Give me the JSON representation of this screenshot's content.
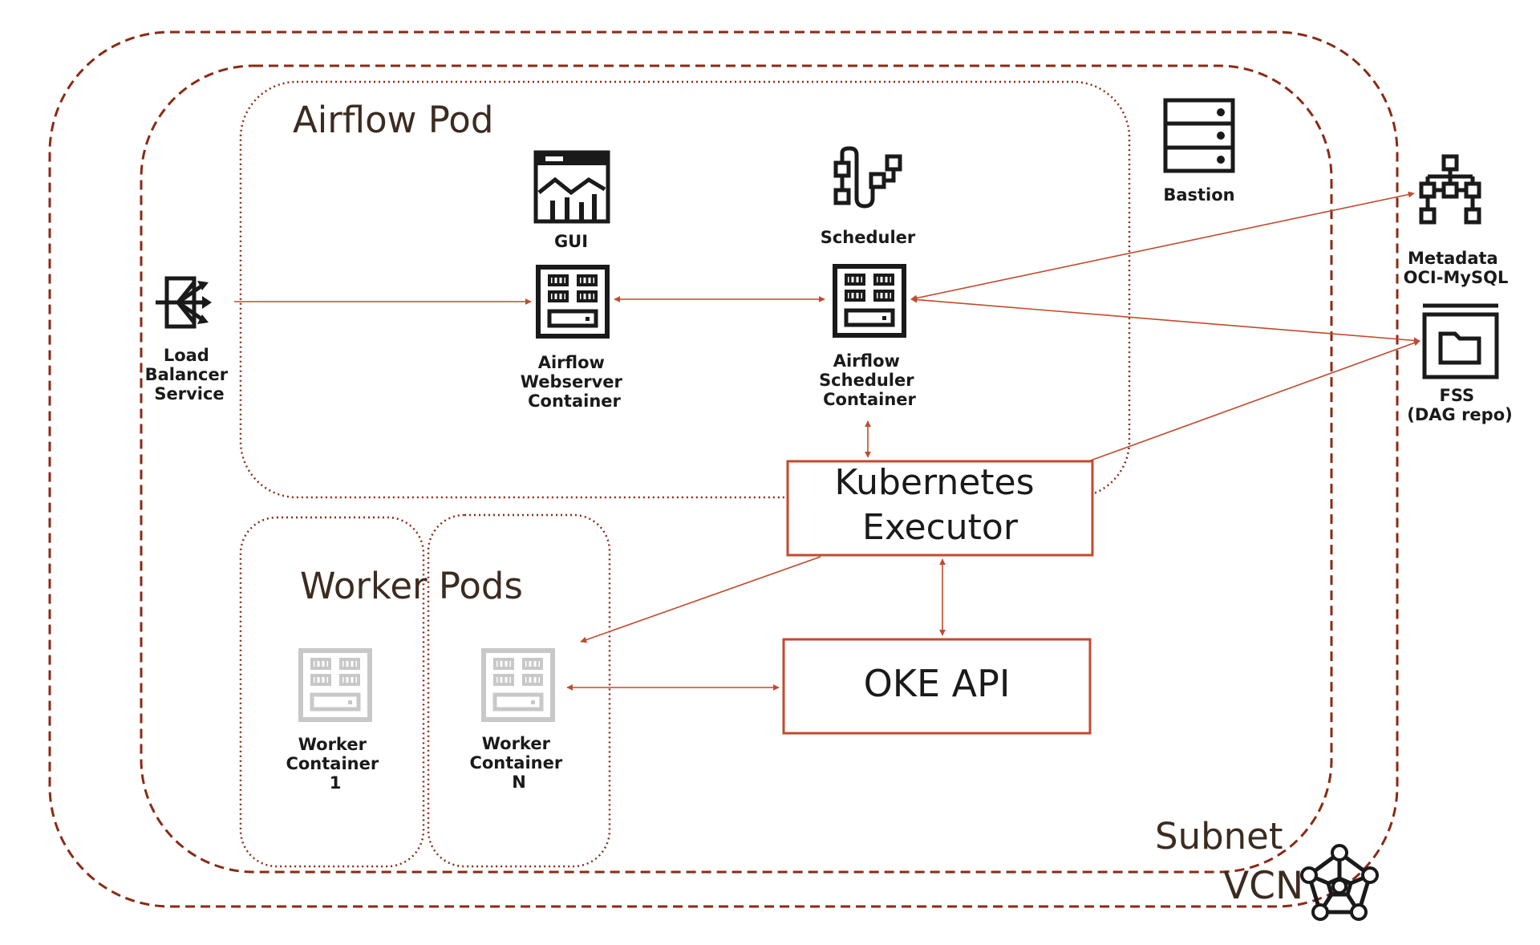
{
  "containers": {
    "vcn": "VCN",
    "subnet": "Subnet",
    "airflow_pod": "Airflow Pod",
    "worker_pods": "Worker Pods"
  },
  "nodes": {
    "gui": "GUI",
    "scheduler": "Scheduler",
    "bastion": "Bastion",
    "load_balancer": [
      "Load",
      "Balancer",
      "Service"
    ],
    "webserver": [
      "Airflow",
      "Webserver",
      "Container"
    ],
    "scheduler_container": [
      "Airflow",
      "Scheduler",
      "Container"
    ],
    "metadata": [
      "Metadata",
      "OCI-MySQL"
    ],
    "fss": [
      "FSS",
      "(DAG repo)"
    ],
    "worker1": [
      "Worker",
      "Container",
      "1"
    ],
    "workerN": [
      "Worker",
      "Container",
      "N"
    ],
    "k8s_executor": [
      "Kubernetes",
      "Executor"
    ],
    "oke_api": "OKE API"
  },
  "icons": {
    "gui": "dashboard-chart-icon",
    "scheduler": "workflow-icon",
    "bastion": "server-rack-icon",
    "load_balancer": "load-balancer-icon",
    "container": "container-icon",
    "metadata": "database-network-icon",
    "fss": "file-storage-icon",
    "vcn": "vcn-network-icon"
  },
  "colors": {
    "border": "#8b2a14",
    "arrow": "#c24a2e",
    "text": "#1a1a1a",
    "title": "#3d2b20",
    "disabled": "#c8c8c8"
  }
}
